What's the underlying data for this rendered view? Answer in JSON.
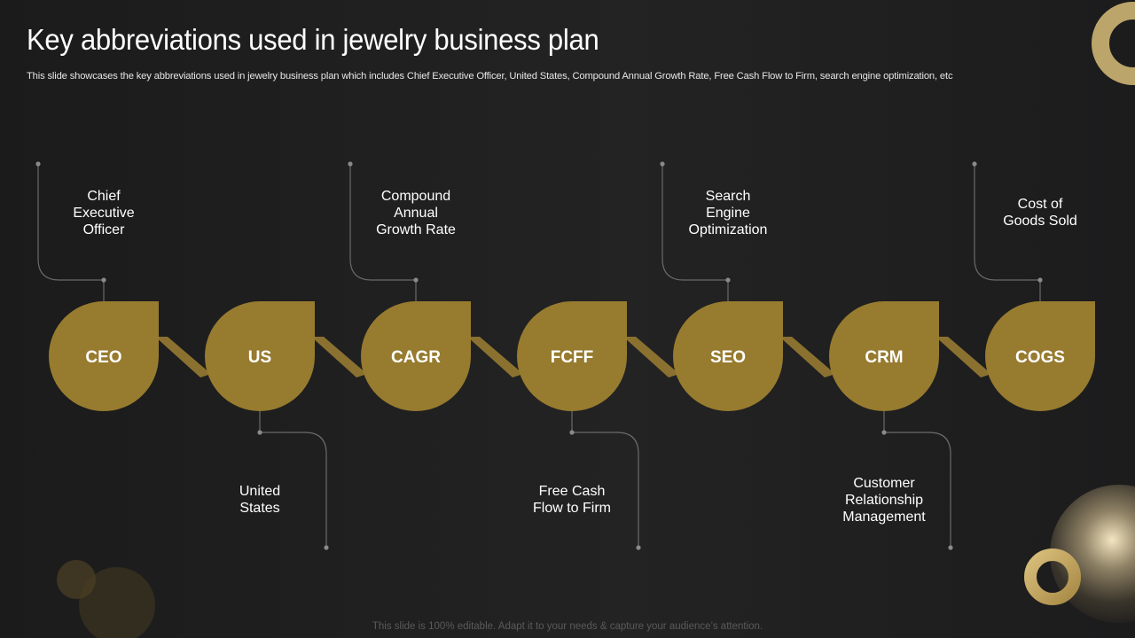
{
  "title": "Key abbreviations used in jewelry business plan",
  "subtitle": "This slide showcases the key abbreviations used in jewelry business plan which includes Chief Executive Officer, United States, Compound Annual Growth Rate, Free Cash Flow to Firm, search engine optimization, etc",
  "footer": "This slide is 100% editable. Adapt it to your needs & capture your audience’s attention.",
  "colors": {
    "accent": "#977b2f",
    "connector": "#8b7130",
    "background": "#1f1f20",
    "line": "#6a6a6a"
  },
  "items": [
    {
      "abbr": "CEO",
      "meaning": [
        "Chief",
        "Executive",
        "Officer"
      ],
      "position": "top"
    },
    {
      "abbr": "US",
      "meaning": [
        "United",
        "States"
      ],
      "position": "bottom"
    },
    {
      "abbr": "CAGR",
      "meaning": [
        "Compound",
        "Annual",
        "Growth Rate"
      ],
      "position": "top"
    },
    {
      "abbr": "FCFF",
      "meaning": [
        "Free Cash",
        "Flow to Firm"
      ],
      "position": "bottom"
    },
    {
      "abbr": "SEO",
      "meaning": [
        "Search",
        "Engine",
        "Optimization"
      ],
      "position": "top"
    },
    {
      "abbr": "CRM",
      "meaning": [
        "Customer",
        "Relationship",
        "Management"
      ],
      "position": "bottom"
    },
    {
      "abbr": "COGS",
      "meaning": [
        "Cost of",
        "Goods Sold"
      ],
      "position": "top"
    }
  ]
}
